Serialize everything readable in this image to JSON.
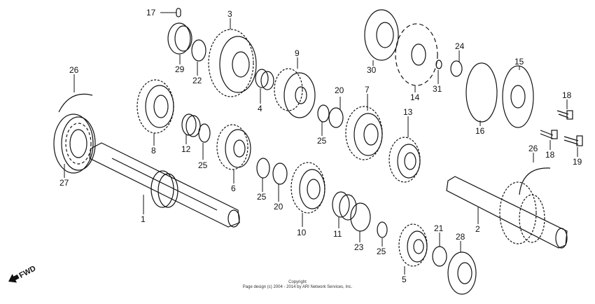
{
  "diagram": {
    "callouts": [
      {
        "label": "17"
      },
      {
        "label": "3"
      },
      {
        "label": "29"
      },
      {
        "label": "22"
      },
      {
        "label": "9"
      },
      {
        "label": "4"
      },
      {
        "label": "26"
      },
      {
        "label": "27"
      },
      {
        "label": "8"
      },
      {
        "label": "12"
      },
      {
        "label": "25"
      },
      {
        "label": "6"
      },
      {
        "label": "25"
      },
      {
        "label": "20"
      },
      {
        "label": "25"
      },
      {
        "label": "20"
      },
      {
        "label": "7"
      },
      {
        "label": "10"
      },
      {
        "label": "11"
      },
      {
        "label": "23"
      },
      {
        "label": "1"
      },
      {
        "label": "30"
      },
      {
        "label": "14"
      },
      {
        "label": "24"
      },
      {
        "label": "31"
      },
      {
        "label": "15"
      },
      {
        "label": "16"
      },
      {
        "label": "13"
      },
      {
        "label": "18"
      },
      {
        "label": "18"
      },
      {
        "label": "19"
      },
      {
        "label": "26"
      },
      {
        "label": "2"
      },
      {
        "label": "21"
      },
      {
        "label": "28"
      },
      {
        "label": "25"
      },
      {
        "label": "5"
      }
    ],
    "fwd_label": "FWD"
  },
  "footer": {
    "line1": "Copyright",
    "line2": "Page design (c) 2004 - 2014 by ARI Network Services, Inc."
  }
}
